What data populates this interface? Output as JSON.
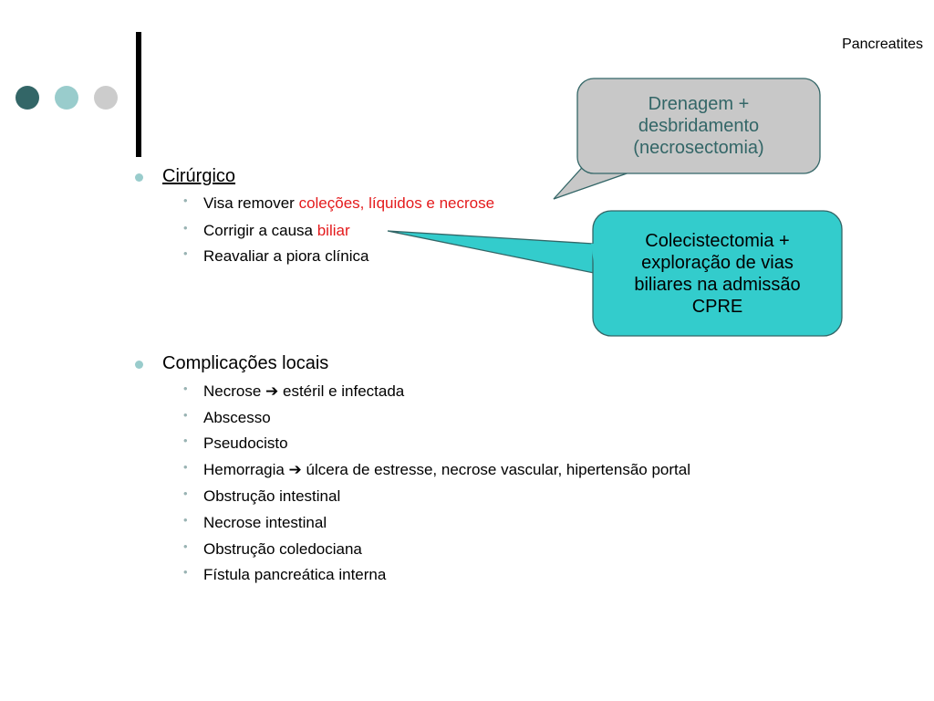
{
  "colors": {
    "dot_dark": "#336667",
    "dot_mid": "#99CCCC",
    "dot_light": "#CCCCCC",
    "bullet_l1": "#99CCCC",
    "bullet_l2": "#99B3B3",
    "highlight_red": "#E41A1C",
    "callout1_fill": "#C8C8C8",
    "callout1_text": "#336667",
    "callout2_fill": "#33CCCC",
    "callout_border": "#336667"
  },
  "slide": {
    "title": "Pancreatites"
  },
  "sections": [
    {
      "heading": "Cirúrgico",
      "items": [
        {
          "parts": [
            {
              "text": "Visa remover ",
              "red": false
            },
            {
              "text": "coleções, líquidos e necrose",
              "red": true
            }
          ]
        },
        {
          "parts": [
            {
              "text": "Corrigir a  causa  ",
              "red": false
            },
            {
              "text": "biliar",
              "red": true
            }
          ]
        },
        {
          "parts": [
            {
              "text": "Reavaliar a piora clínica",
              "red": false
            }
          ]
        }
      ]
    },
    {
      "heading": "Complicações locais",
      "items": [
        {
          "parts": [
            {
              "text": "Necrose  ",
              "red": false
            },
            {
              "text": "➔",
              "red": false
            },
            {
              "text": " estéril e infectada",
              "red": false
            }
          ]
        },
        {
          "parts": [
            {
              "text": "Abscesso",
              "red": false
            }
          ]
        },
        {
          "parts": [
            {
              "text": "Pseudocisto",
              "red": false
            }
          ]
        },
        {
          "parts": [
            {
              "text": "Hemorragia  ",
              "red": false
            },
            {
              "text": "➔",
              "red": false
            },
            {
              "text": " úlcera de estresse, necrose vascular, hipertensão portal",
              "red": false
            }
          ]
        },
        {
          "parts": [
            {
              "text": "Obstrução intestinal",
              "red": false
            }
          ]
        },
        {
          "parts": [
            {
              "text": "Necrose intestinal",
              "red": false
            }
          ]
        },
        {
          "parts": [
            {
              "text": "Obstrução coledociana",
              "red": false
            }
          ]
        },
        {
          "parts": [
            {
              "text": "Fístula pancreática interna",
              "red": false
            }
          ]
        }
      ]
    }
  ],
  "callouts": [
    {
      "text": "Drenagem +\ndesbridamento\n(necrosectomia)"
    },
    {
      "text": "Colecistectomia +\nexploração de vias\nbiliares na admissão\nCPRE"
    }
  ]
}
